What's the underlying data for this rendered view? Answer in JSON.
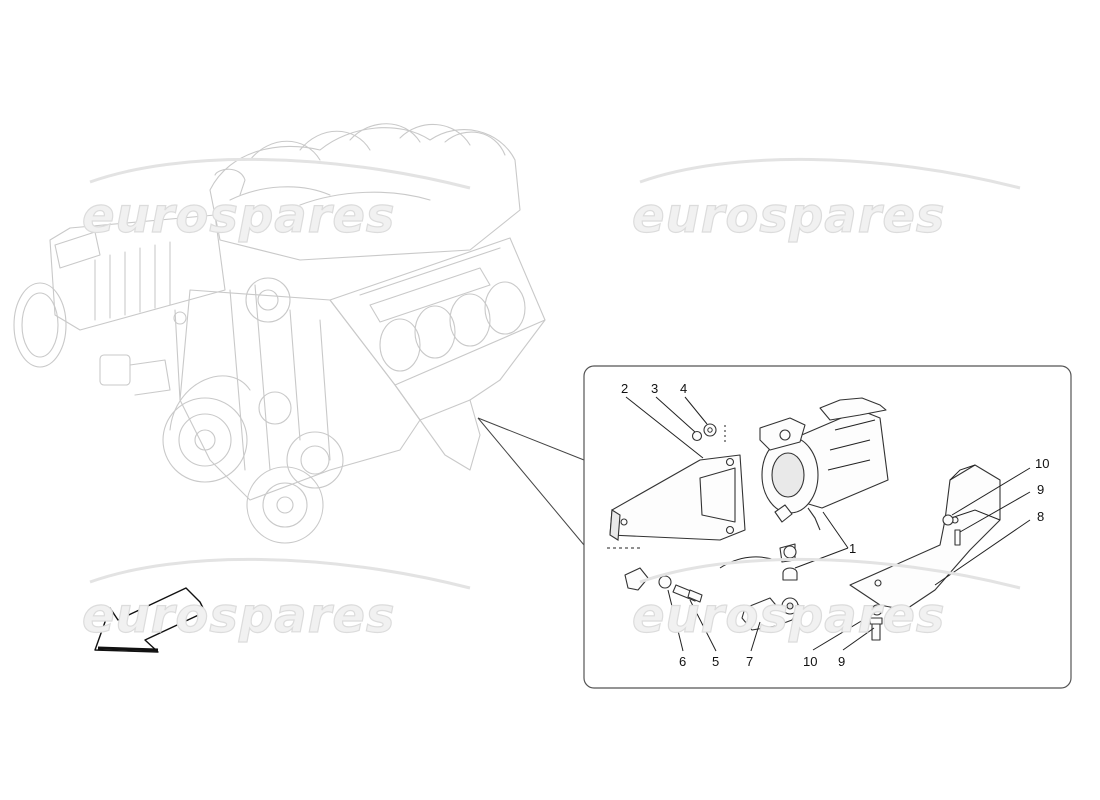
{
  "watermarks": [
    "eurospares",
    "eurospares",
    "eurospares",
    "eurospares"
  ],
  "callouts": {
    "c1": "1",
    "c2": "2",
    "c3": "3",
    "c4": "4",
    "c5": "5",
    "c6": "6",
    "c7": "7",
    "c8": "8",
    "c9a": "9",
    "c9b": "9",
    "c10a": "10",
    "c10b": "10"
  },
  "colors": {
    "line": "#222222",
    "ghost": "#c9c9c9",
    "watermark": "#dcdcdc"
  }
}
